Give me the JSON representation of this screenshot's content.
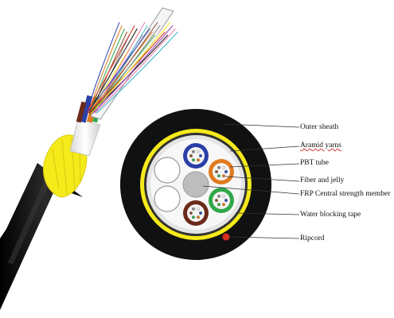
{
  "labels": {
    "outer_sheath": "Outer sheath",
    "aramid_yarns": "Aramid yarns",
    "pbt_tube": "PBT tube",
    "fiber_and_jelly": "Fiber and jelly",
    "frp_member": "FRP Central strength member",
    "water_blocking_tape": "Water blocking tape",
    "ripcord": "Ripcord"
  },
  "colors": {
    "sheath": "#111111",
    "aramid": "#f5ea1a",
    "tape": "#e4e4e4",
    "tube_blue": "#2b3fa8",
    "tube_orange": "#e07a1e",
    "tube_green": "#2fa84a",
    "tube_brown": "#6b2a1a",
    "frp": "#bdbdbd",
    "ripcord": "#d8301f"
  },
  "fiber_colors": [
    "#2b3fa8",
    "#e07a1e",
    "#2fa84a",
    "#8b4a2a",
    "#888888",
    "#f2f2f2",
    "#d8301f",
    "#111111",
    "#f5ea1a",
    "#9b3fb0",
    "#e87ab0",
    "#39b8c8"
  ]
}
